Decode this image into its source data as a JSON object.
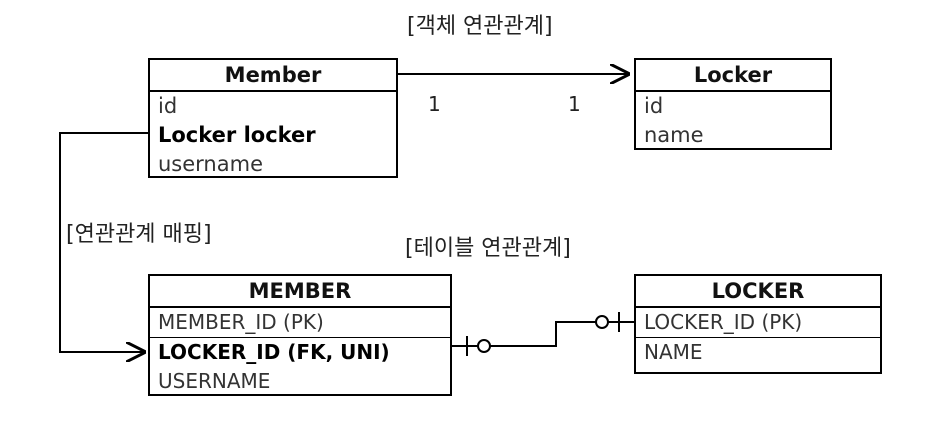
{
  "titles": {
    "object_relation": "[객체 연관관계]",
    "mapping": "[연관관계 매핑]",
    "table_relation": "[테이블 연관관계]"
  },
  "object_model": {
    "member": {
      "name": "Member",
      "fields": [
        "id",
        "Locker locker",
        "username"
      ]
    },
    "locker": {
      "name": "Locker",
      "fields": [
        "id",
        "name"
      ]
    },
    "multiplicity": {
      "source": "1",
      "target": "1"
    }
  },
  "table_model": {
    "member": {
      "name": "MEMBER",
      "columns": [
        "MEMBER_ID (PK)",
        "LOCKER_ID (FK, UNI)",
        "USERNAME"
      ]
    },
    "locker": {
      "name": "LOCKER",
      "columns": [
        "LOCKER_ID (PK)",
        "NAME"
      ]
    }
  }
}
